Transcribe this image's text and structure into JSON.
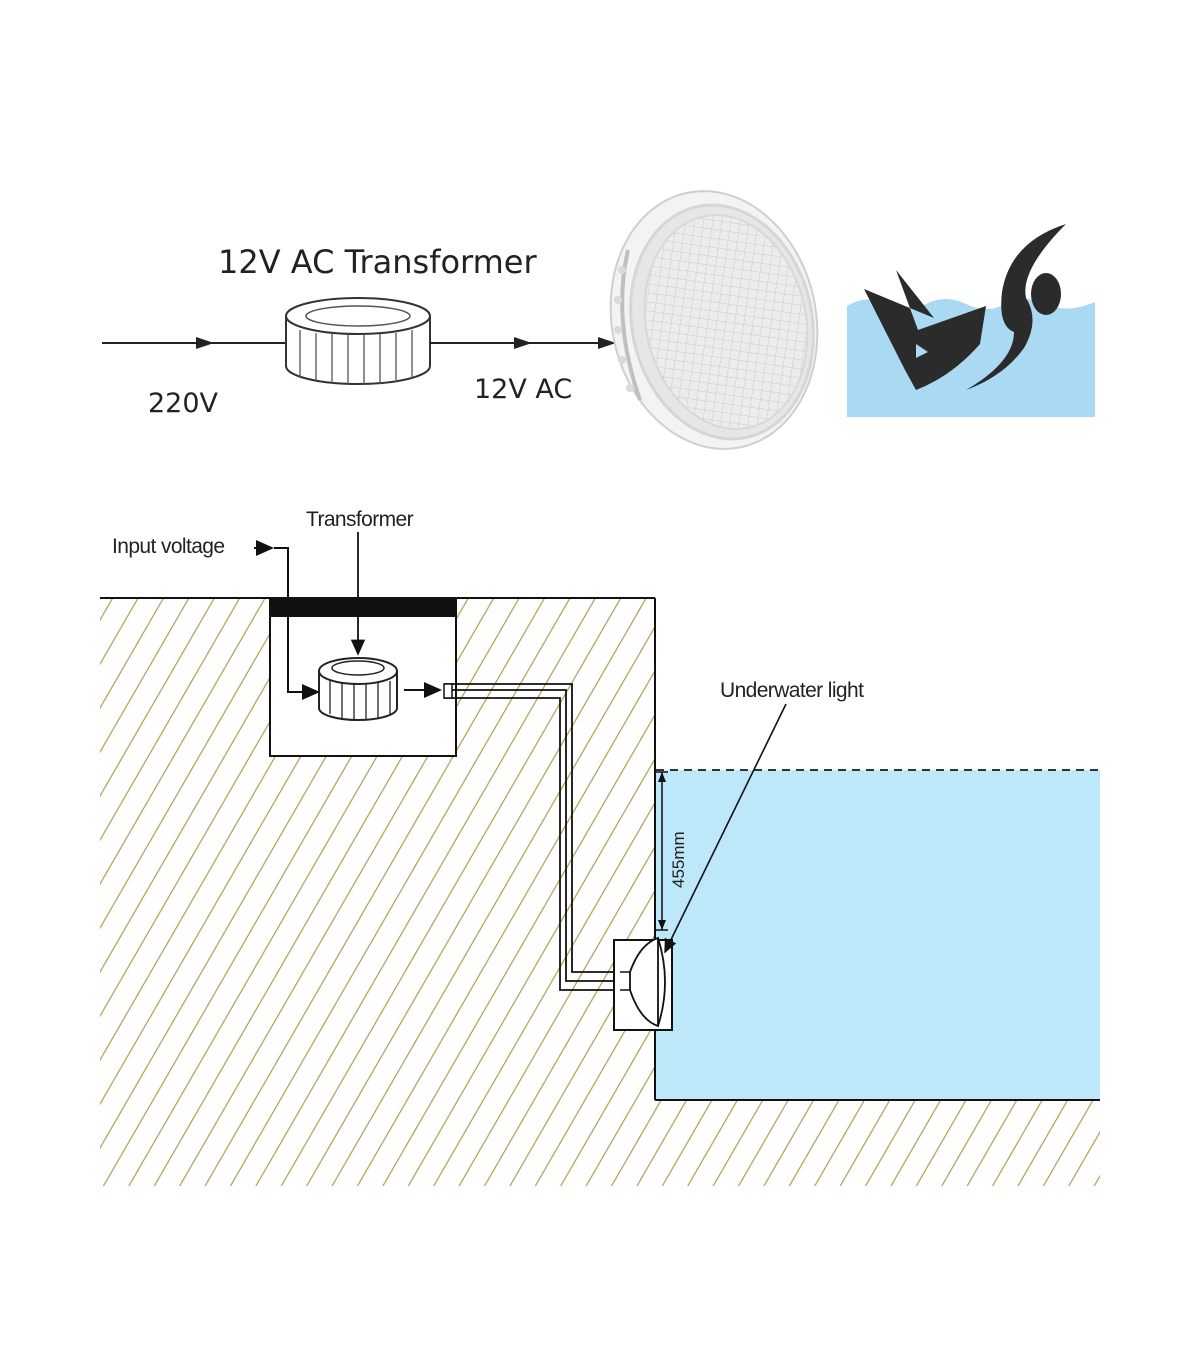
{
  "top_diagram": {
    "transformer_title": "12V AC Transformer",
    "input_label": "220V",
    "output_label": "12V AC"
  },
  "bottom_diagram": {
    "input_label": "Input voltage",
    "transformer_label": "Transformer",
    "light_label": "Underwater light",
    "depth_label": "455mm"
  },
  "colors": {
    "water": "#bde8f9",
    "ground_hatch": "#b49a54",
    "logo_water": "#a9d9f3",
    "logo_figure": "#2b2b2b"
  },
  "icons": [
    "transformer-icon",
    "pool-light-icon",
    "swimmer-icon",
    "arrow-icon"
  ]
}
